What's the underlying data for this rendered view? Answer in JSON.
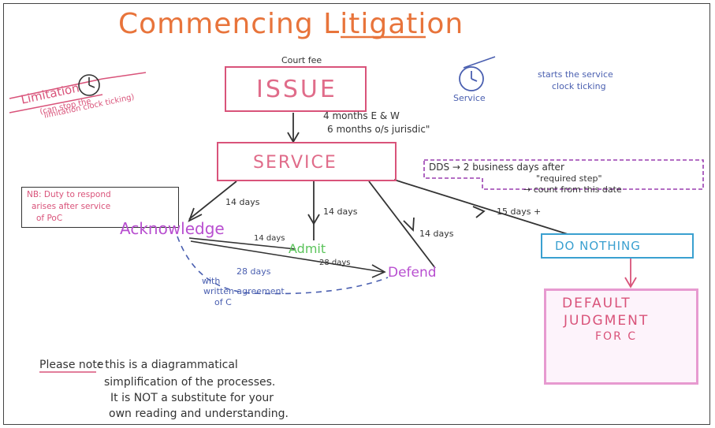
{
  "title": "Commencing Litigation",
  "limitation_note": {
    "heading": "Limitation",
    "body_line1": "(can stop the",
    "body_line2": "limitation clock ticking)"
  },
  "issue": {
    "label": "ISSUE",
    "fee": "Court fee"
  },
  "service_clock": {
    "label": "Service",
    "note_line1": "starts the service",
    "note_line2": "clock ticking"
  },
  "issue_to_service": {
    "line1": "4 months E & W",
    "line2": "6 months o/s jurisdic\""
  },
  "service": {
    "label": "SERVICE"
  },
  "dds_note": {
    "line1": "DDS → 2 business days after",
    "line2": "\"required step\"",
    "line3": "→ count from this date"
  },
  "nb_note": {
    "line1": "NB: Duty to respond",
    "line2": "arises after service",
    "line3": "of PoC"
  },
  "branches": {
    "to_acknowledge": "14 days",
    "to_admit": "14 days",
    "to_defend": "14 days",
    "to_do_nothing": "15 days +"
  },
  "acknowledge": {
    "label": "Acknowledge"
  },
  "admit": {
    "label": "Admit"
  },
  "defend": {
    "label": "Defend"
  },
  "do_nothing": {
    "label": "DO NOTHING"
  },
  "ack_to_admit": "14 days",
  "ack_to_defend": "28 days",
  "extension": {
    "days": "28 days",
    "line1": "with",
    "line2": "written agreement",
    "line3": "of C"
  },
  "default_judgment": {
    "line1": "DEFAULT",
    "line2": "JUDGMENT",
    "line3": "FOR C"
  },
  "footer_note": {
    "label": "Please note",
    "line1": ": this is a diagrammatical",
    "line2": "simplification of the processes.",
    "line3": "It is NOT a substitute for your",
    "line4": "own reading and understanding."
  },
  "colors": {
    "title": "#e8743b",
    "box_pink": "#d9537a",
    "label_pink": "#e06c8a",
    "blue_ink": "#4a5fb0",
    "purple": "#b84fd0",
    "green": "#5bc45b",
    "teal": "#3aa0d0",
    "dark": "#333333",
    "dds": "#9a3fb0"
  }
}
